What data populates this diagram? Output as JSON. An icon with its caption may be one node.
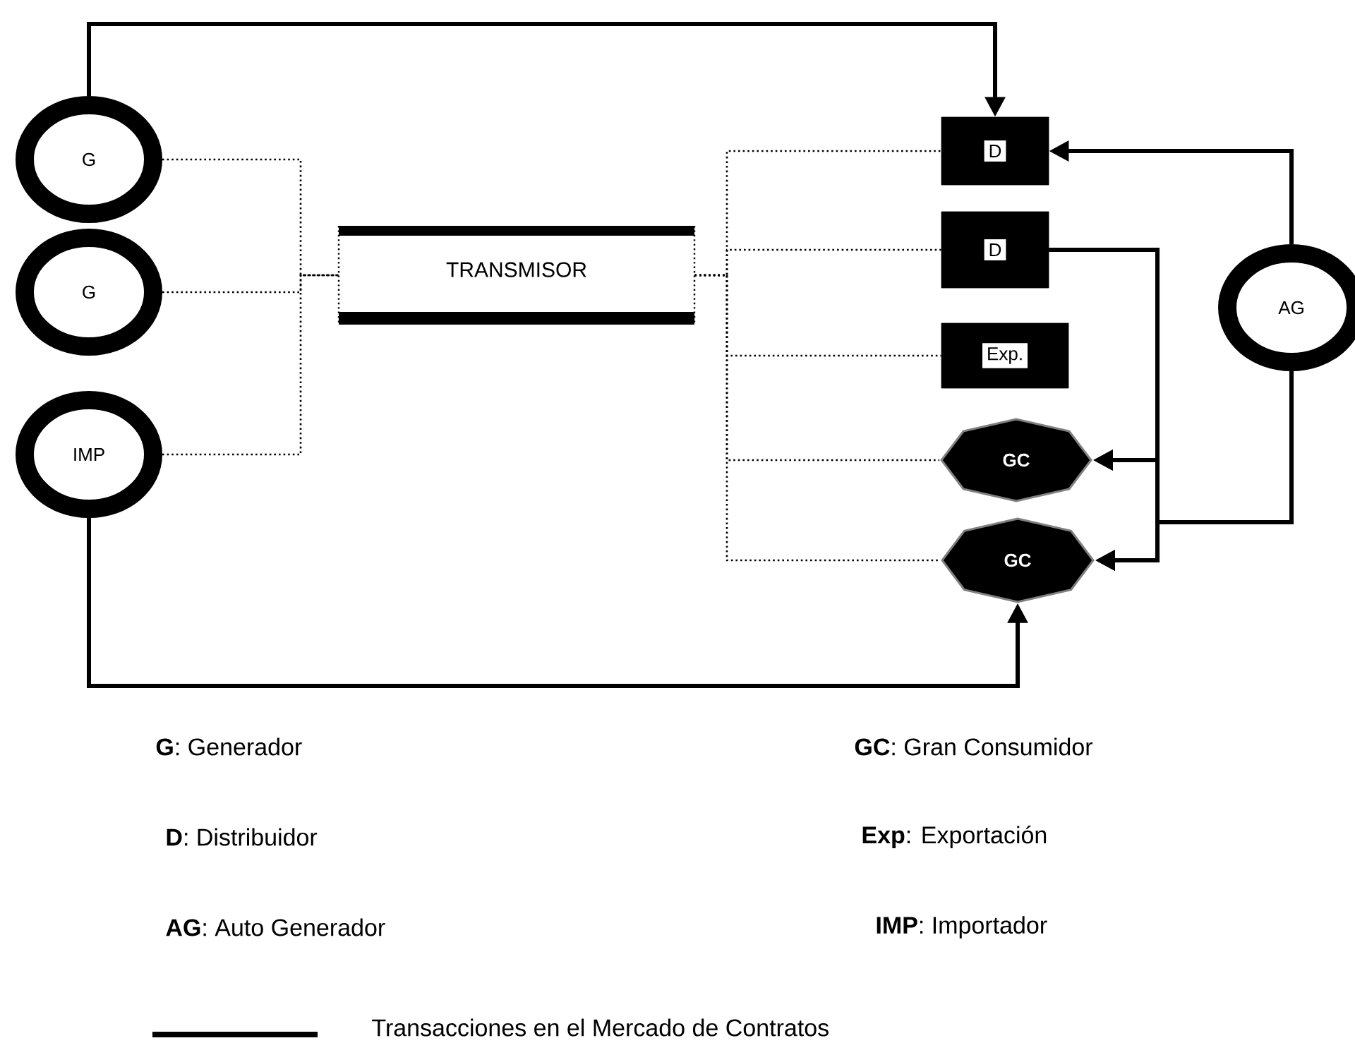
{
  "diagram": {
    "nodes": [
      {
        "text": [
          "G"
        ]
      },
      {
        "text": [
          "G"
        ]
      },
      {
        "text": [
          "IMP"
        ]
      },
      {
        "text": [
          "TRANSMISOR"
        ]
      },
      {
        "text": [
          "D"
        ]
      },
      {
        "text": [
          "D"
        ]
      },
      {
        "text": [
          "Exp."
        ]
      },
      {
        "text": [
          "GC"
        ]
      },
      {
        "text": [
          "GC"
        ]
      },
      {
        "text": [
          "AG"
        ]
      }
    ],
    "edges": [
      {
        "from": 0,
        "to": 3,
        "arrow": "none",
        "style": "dashed"
      },
      {
        "from": 1,
        "to": 3,
        "arrow": "none",
        "style": "dashed"
      },
      {
        "from": 2,
        "to": 3,
        "arrow": "none",
        "style": "dashed"
      },
      {
        "from": 3,
        "to": 4,
        "arrow": "none",
        "style": "dashed"
      },
      {
        "from": 3,
        "to": 5,
        "arrow": "none",
        "style": "dashed"
      },
      {
        "from": 3,
        "to": 6,
        "arrow": "none",
        "style": "dashed"
      },
      {
        "from": 3,
        "to": 7,
        "arrow": "none",
        "style": "dashed"
      },
      {
        "from": 3,
        "to": 8,
        "arrow": "none",
        "style": "dashed"
      },
      {
        "from": 0,
        "to": 4,
        "arrow": "to",
        "style": "thick"
      },
      {
        "from": 9,
        "to": 4,
        "arrow": "to",
        "style": "thick"
      },
      {
        "from": 5,
        "to": 7,
        "arrow": "to",
        "style": "thick"
      },
      {
        "from": 5,
        "to": 8,
        "arrow": "to",
        "style": "thick"
      },
      {
        "from": 9,
        "to": 7,
        "arrow": "to",
        "style": "thick"
      },
      {
        "from": 9,
        "to": 8,
        "arrow": "to",
        "style": "thick"
      },
      {
        "from": 2,
        "to": 8,
        "arrow": "to",
        "style": "thick"
      }
    ],
    "labels": [
      "**G**: Generador",
      "**GC**: Gran Consumidor",
      "**D**: Distribuidor",
      "**Exp**: Exportación",
      "**AG**: Auto Generador",
      "**IMP**: Importador"
    ],
    "legend": [
      {
        "text": "Transacciones en el Mercado de Contratos"
      }
    ]
  }
}
